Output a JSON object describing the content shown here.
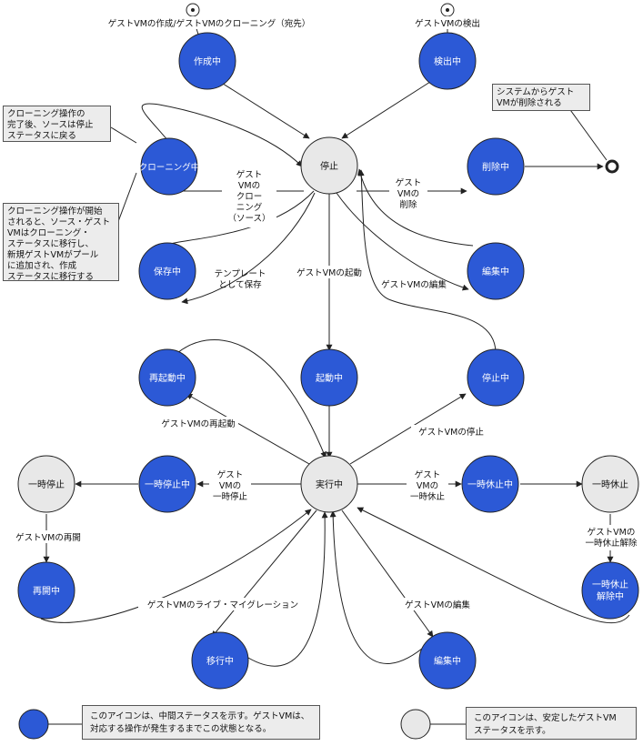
{
  "colors": {
    "intermediate_fill": "#2c59d6",
    "stable_fill": "#e8e8e8",
    "stroke": "#222222",
    "note_bg": "#ececec"
  },
  "states": {
    "create": "作成中",
    "detect": "検出中",
    "stopped": "停止",
    "clone": "クローニング中",
    "delete": "削除中",
    "save": "保存中",
    "edit_top": "編集中",
    "restart": "再起動中",
    "start": "起動中",
    "stopping": "停止中",
    "pausing": "一時停止中",
    "paused": "一時停止",
    "running": "実行中",
    "suspending": "一時休止中",
    "suspended": "一時休止",
    "resuming": "再開中",
    "unsuspending": [
      "一時休止",
      "解除中"
    ],
    "migrating": "移行中",
    "edit_bottom": "編集中"
  },
  "labels": {
    "create_source": "ゲストVMの作成/ゲストVMのクローニング（宛先）",
    "detect_source": "ゲストVMの検出",
    "clone": [
      "ゲスト",
      "VMの",
      "クロー",
      "ニング",
      "（ソース）"
    ],
    "delete": [
      "ゲスト",
      "VMの",
      "削除"
    ],
    "template": [
      "テンプレート",
      "として保存"
    ],
    "start": "ゲストVMの起動",
    "edit_top": "ゲストVMの編集",
    "restart": "ゲストVMの再起動",
    "stop": "ゲストVMの停止",
    "pause": [
      "ゲスト",
      "VMの",
      "一時停止"
    ],
    "suspend": [
      "ゲスト",
      "VMの",
      "一時休止"
    ],
    "resume": "ゲストVMの再開",
    "unsuspend": [
      "ゲストVMの",
      "一時休止解除"
    ],
    "migrate": "ゲストVMのライブ・マイグレーション",
    "edit_bottom": "ゲストVMの編集"
  },
  "notes": {
    "clone_done": [
      "クローニング操作の",
      "完了後、ソースは停止",
      "ステータスに戻る"
    ],
    "clone_start": [
      "クローニング操作が開始",
      "されると、ソース・ゲスト",
      "VMはクローニング・",
      "ステータスに移行し、",
      "新規ゲストVMがプール",
      "に追加され、作成",
      "ステータスに移行する"
    ],
    "deleted": [
      "システムからゲスト",
      "VMが削除される"
    ]
  },
  "legend": {
    "intermediate": [
      "このアイコンは、中間ステータスを示す。ゲストVMは、",
      "対応する操作が発生するまでこの状態となる。"
    ],
    "stable": [
      "このアイコンは、安定したゲストVM",
      "ステータスを示す。"
    ]
  }
}
